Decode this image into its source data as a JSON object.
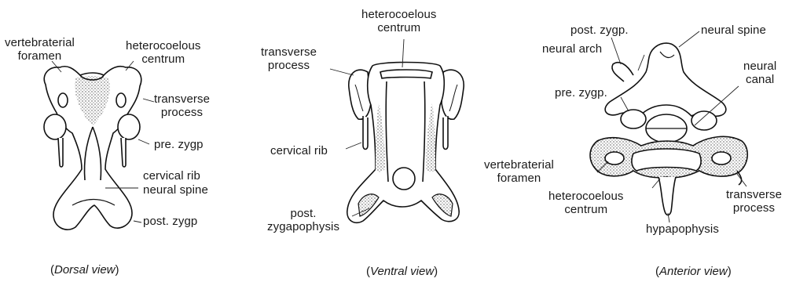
{
  "dorsal": {
    "labels": {
      "vertebraterial_foramen": [
        "vertebraterial",
        "foramen"
      ],
      "heterocoelous_centrum": [
        "heterocoelous",
        "centrum"
      ],
      "transverse_process": [
        "transverse",
        "process"
      ],
      "pre_zygp": "pre. zygp",
      "cervical_rib": "cervical rib",
      "neural_spine": "neural spine",
      "post_zygp": "post. zygp"
    },
    "caption": {
      "open": "(",
      "view": "Dorsal view",
      "close": ")"
    }
  },
  "ventral": {
    "labels": {
      "heterocoelous_centrum": [
        "heterocoelous",
        "centrum"
      ],
      "transverse_process": [
        "transverse",
        "process"
      ],
      "cervical_rib": "cervical rib",
      "post_zygapophysis": [
        "post.",
        "zygapophysis"
      ]
    },
    "caption": {
      "open": "(",
      "view": "Ventral view",
      "close": ")"
    }
  },
  "anterior": {
    "labels": {
      "post_zygp": "post. zygp.",
      "neural_spine": "neural spine",
      "neural_arch": "neural arch",
      "neural_canal": [
        "neural",
        "canal"
      ],
      "pre_zygp": "pre. zygp.",
      "vertebraterial_foramen": [
        "vertebraterial",
        "foramen"
      ],
      "heterocoelous_centrum": [
        "heterocoelous",
        "centrum"
      ],
      "transverse_process": [
        "transverse",
        "process"
      ],
      "hypapophysis": "hypapophysis"
    },
    "caption": {
      "open": "(",
      "view": "Anterior view",
      "close": ")"
    }
  }
}
